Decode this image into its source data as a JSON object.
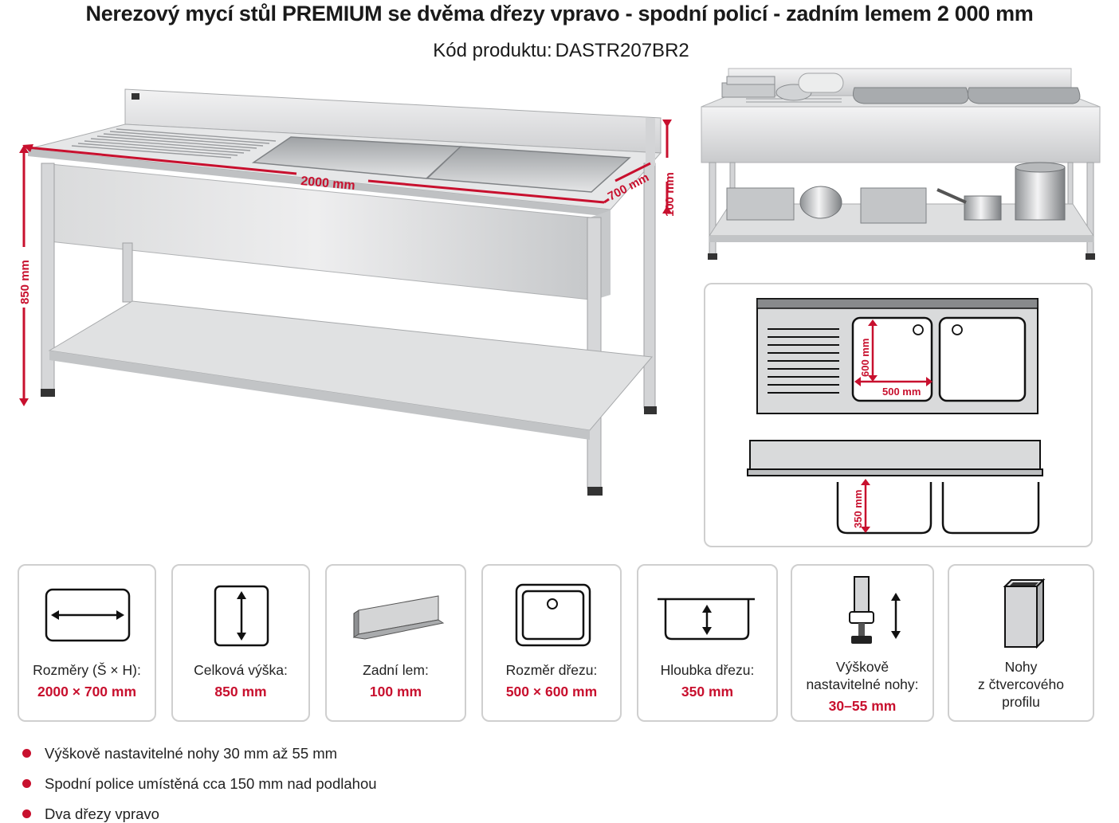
{
  "header": {
    "title": "Nerezový mycí stůl PREMIUM se dvěma dřezy vpravo - spodní policí - zadním lemem 2 000 mm",
    "code_label": "Kód produktu:",
    "code_value": "DASTR207BR2"
  },
  "main_drawing": {
    "width_label": "2000 mm",
    "depth_label": "700 mm",
    "backsplash_label": "100 mm",
    "height_label": "850 mm"
  },
  "top_view": {
    "sink_depth_label": "600 mm",
    "sink_width_label": "500 mm"
  },
  "side_view": {
    "sink_height_label": "350 mm"
  },
  "features": [
    {
      "icon": "width-arrows-icon",
      "label": "Rozměry (Š × H):",
      "value": "2000 × 700 mm"
    },
    {
      "icon": "height-arrows-icon",
      "label": "Celková výška:",
      "value": "850 mm"
    },
    {
      "icon": "back-edge-icon",
      "label": "Zadní lem:",
      "value": "100 mm"
    },
    {
      "icon": "sink-size-icon",
      "label": "Rozměr dřezu:",
      "value": "500 × 600 mm"
    },
    {
      "icon": "sink-depth-icon",
      "label": "Hloubka dřezu:",
      "value": "350 mm"
    },
    {
      "icon": "adjustable-foot-icon",
      "label": "Výškově\nnastavitelné nohy:",
      "value": "30–55 mm"
    },
    {
      "icon": "square-leg-icon",
      "label": "Nohy\nz čtvercového\nprofilu",
      "value": ""
    }
  ],
  "bullets": [
    "Výškově nastavitelné nohy 30 mm až 55 mm",
    "Spodní police umístěná cca 150 mm nad podlahou",
    "Dva dřezy vpravo"
  ],
  "colors": {
    "accent": "#c8102e",
    "steel": "#c9cbcd",
    "border": "#cfcfcf"
  }
}
